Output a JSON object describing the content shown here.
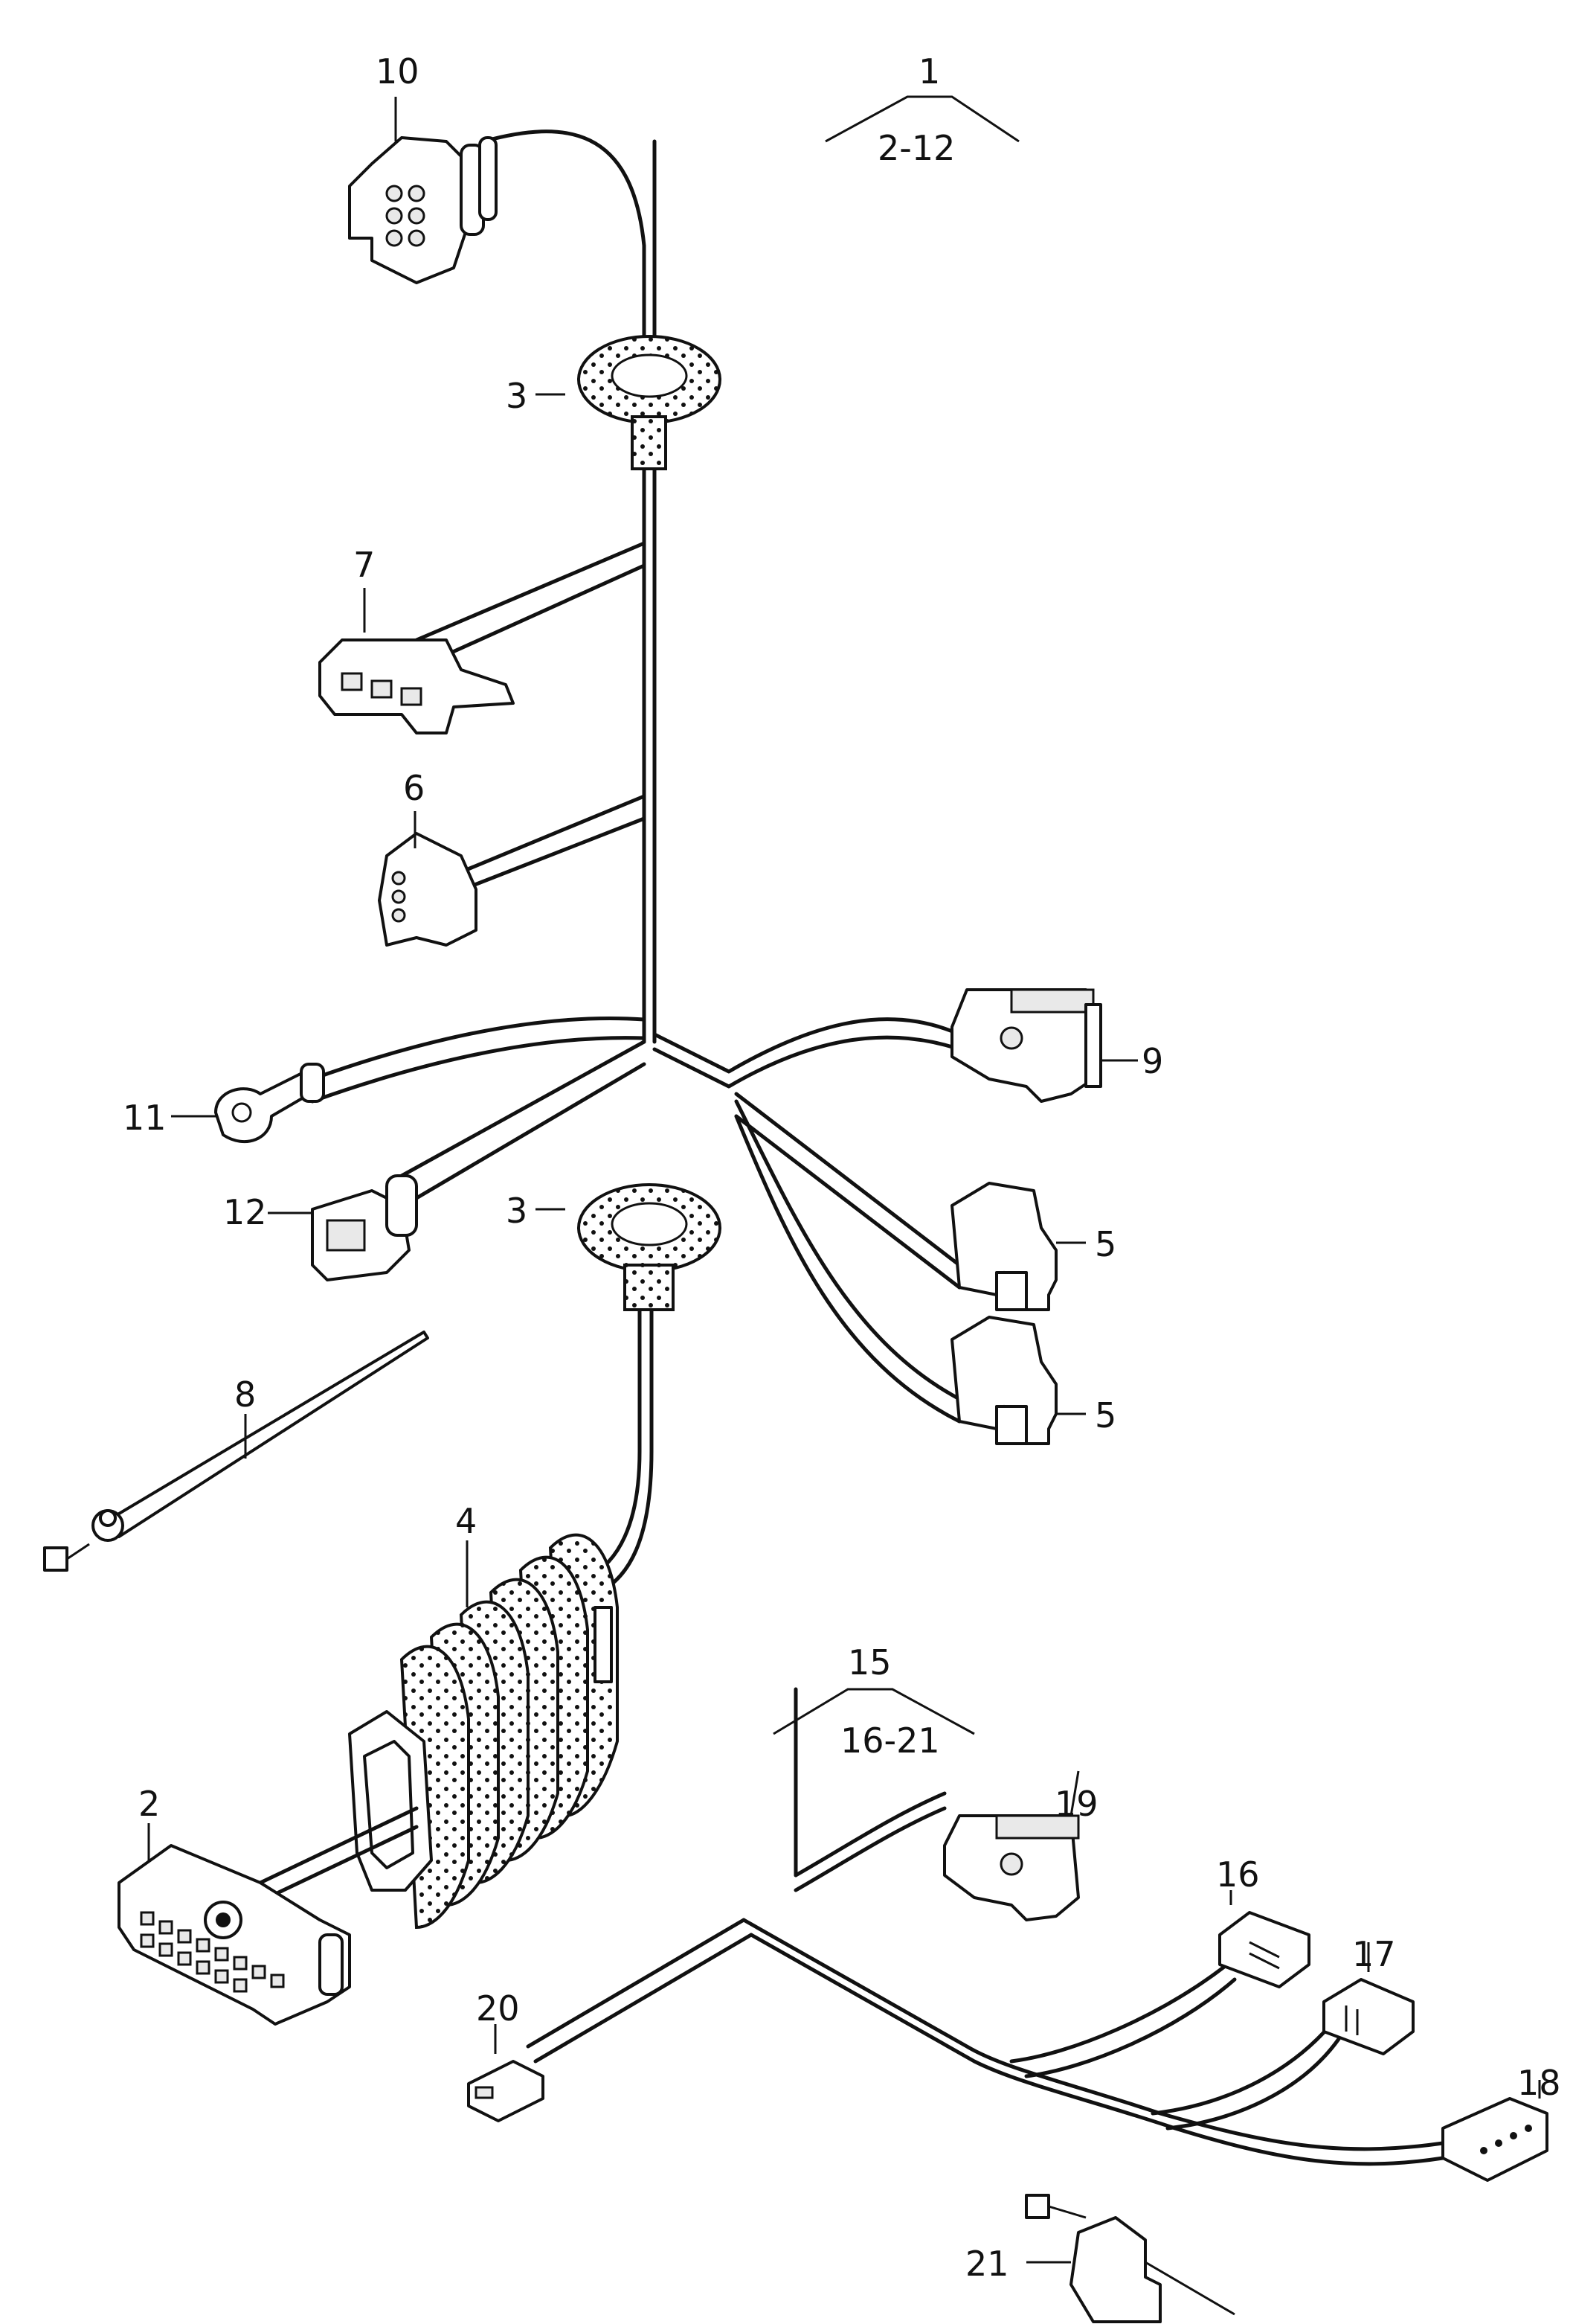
{
  "callouts": {
    "c1": "1",
    "c1_range": "2-12",
    "c2": "2",
    "c3a": "3",
    "c3b": "3",
    "c4": "4",
    "c5a": "5",
    "c5b": "5",
    "c6": "6",
    "c7": "7",
    "c8": "8",
    "c9": "9",
    "c10": "10",
    "c11": "11",
    "c12": "12",
    "c15": "15",
    "c15_range": "16-21",
    "c16": "16",
    "c17": "17",
    "c18": "18",
    "c19": "19",
    "c20": "20",
    "c21": "21"
  },
  "colors": {
    "ink": "#111111",
    "paper": "#ffffff"
  }
}
